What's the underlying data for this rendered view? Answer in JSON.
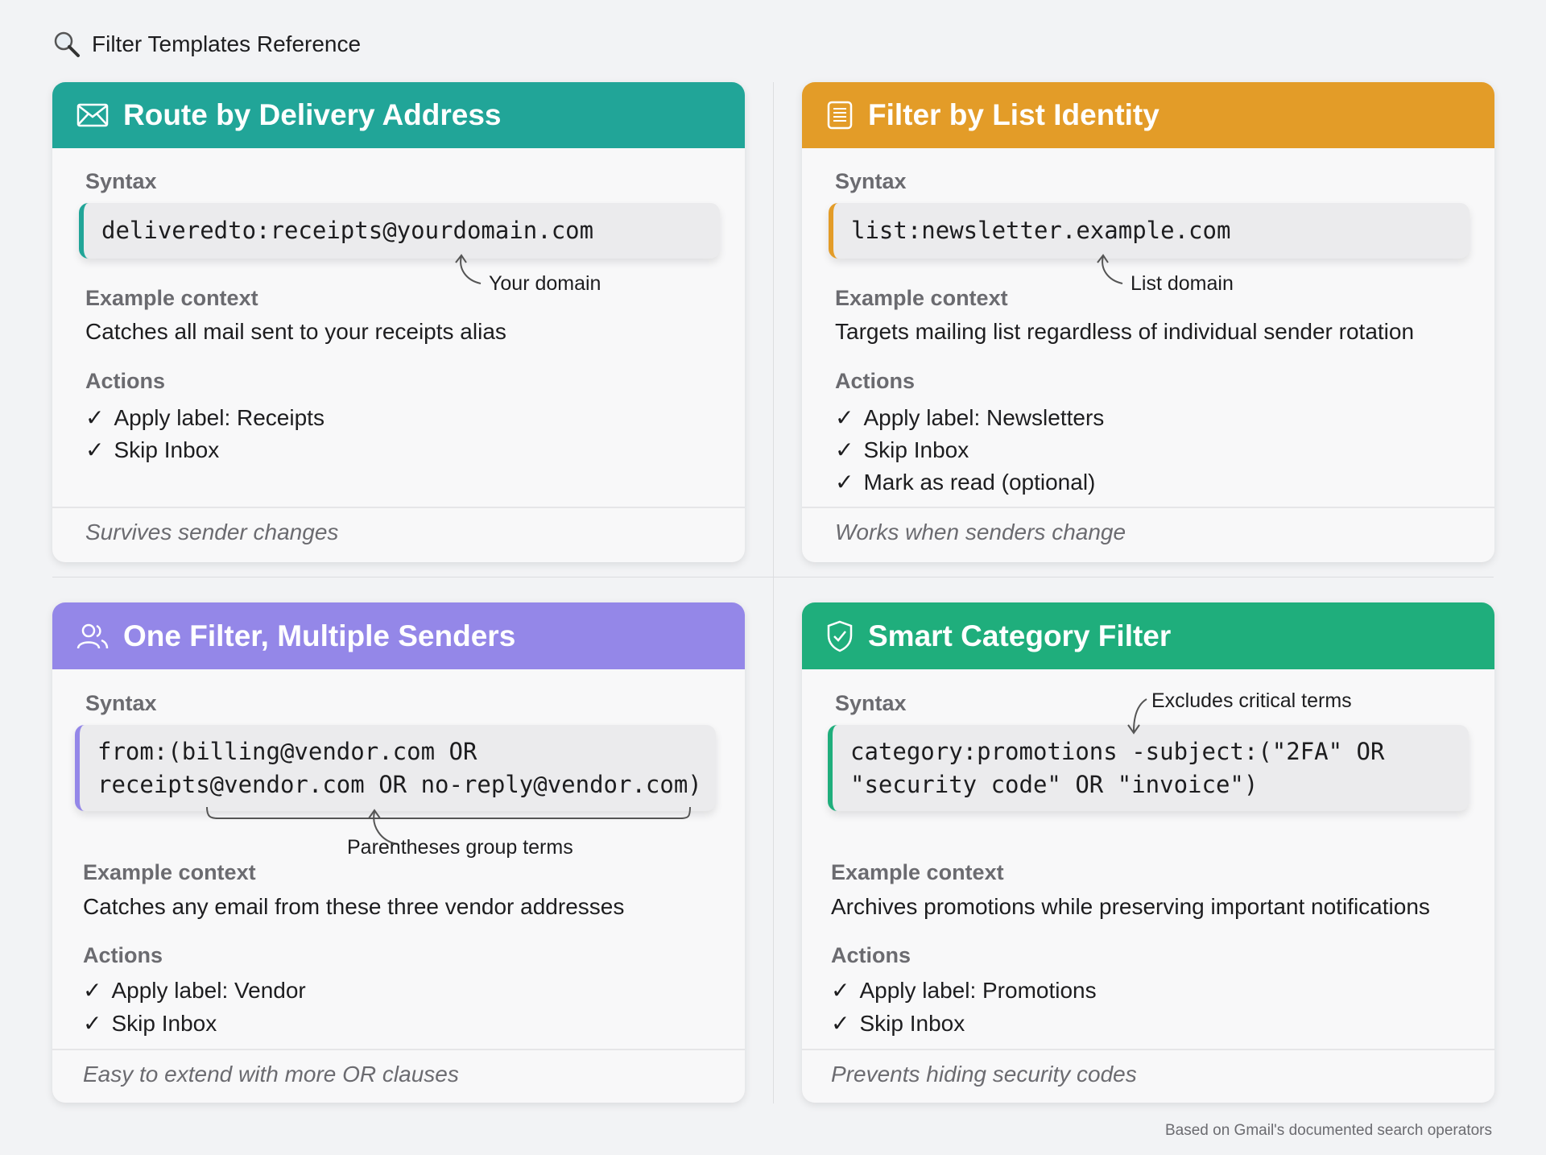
{
  "page": {
    "title": "Filter Templates Reference",
    "footnote": "Based on Gmail's documented search operators"
  },
  "labels": {
    "syntax": "Syntax",
    "example": "Example context",
    "actions": "Actions",
    "check": "✓"
  },
  "cards": [
    {
      "title": "Route by Delivery Address",
      "icon": "envelope-icon",
      "color": "#21a598",
      "code": [
        "deliveredto:receipts@yourdomain.com"
      ],
      "annotation": "Your domain",
      "example": "Catches all mail sent to your receipts alias",
      "actions": [
        "Apply label: Receipts",
        "Skip Inbox"
      ],
      "footer": "Survives sender changes"
    },
    {
      "title": "Filter by List Identity",
      "icon": "list-document-icon",
      "color": "#e39c28",
      "code": [
        "list:newsletter.example.com"
      ],
      "annotation": "List domain",
      "example": "Targets mailing list regardless of individual sender rotation",
      "actions": [
        "Apply label: Newsletters",
        "Skip Inbox",
        "Mark as read (optional)"
      ],
      "footer": "Works when senders change"
    },
    {
      "title": "One Filter, Multiple Senders",
      "icon": "users-icon",
      "color": "#9487e8",
      "code": [
        "from:(billing@vendor.com OR",
        "receipts@vendor.com OR no-reply@vendor.com)"
      ],
      "annotation": "Parentheses group terms",
      "example": "Catches any email from these three vendor addresses",
      "actions": [
        "Apply label: Vendor",
        "Skip Inbox"
      ],
      "footer": "Easy to extend with more OR clauses"
    },
    {
      "title": "Smart Category Filter",
      "icon": "shield-check-icon",
      "color": "#1fae7c",
      "code": [
        "category:promotions -subject:(\"2FA\" OR",
        "\"security code\" OR \"invoice\")"
      ],
      "annotation": "Excludes critical terms",
      "example": "Archives promotions while preserving important notifications",
      "actions": [
        "Apply label: Promotions",
        "Skip Inbox"
      ],
      "footer": "Prevents hiding security codes"
    }
  ]
}
